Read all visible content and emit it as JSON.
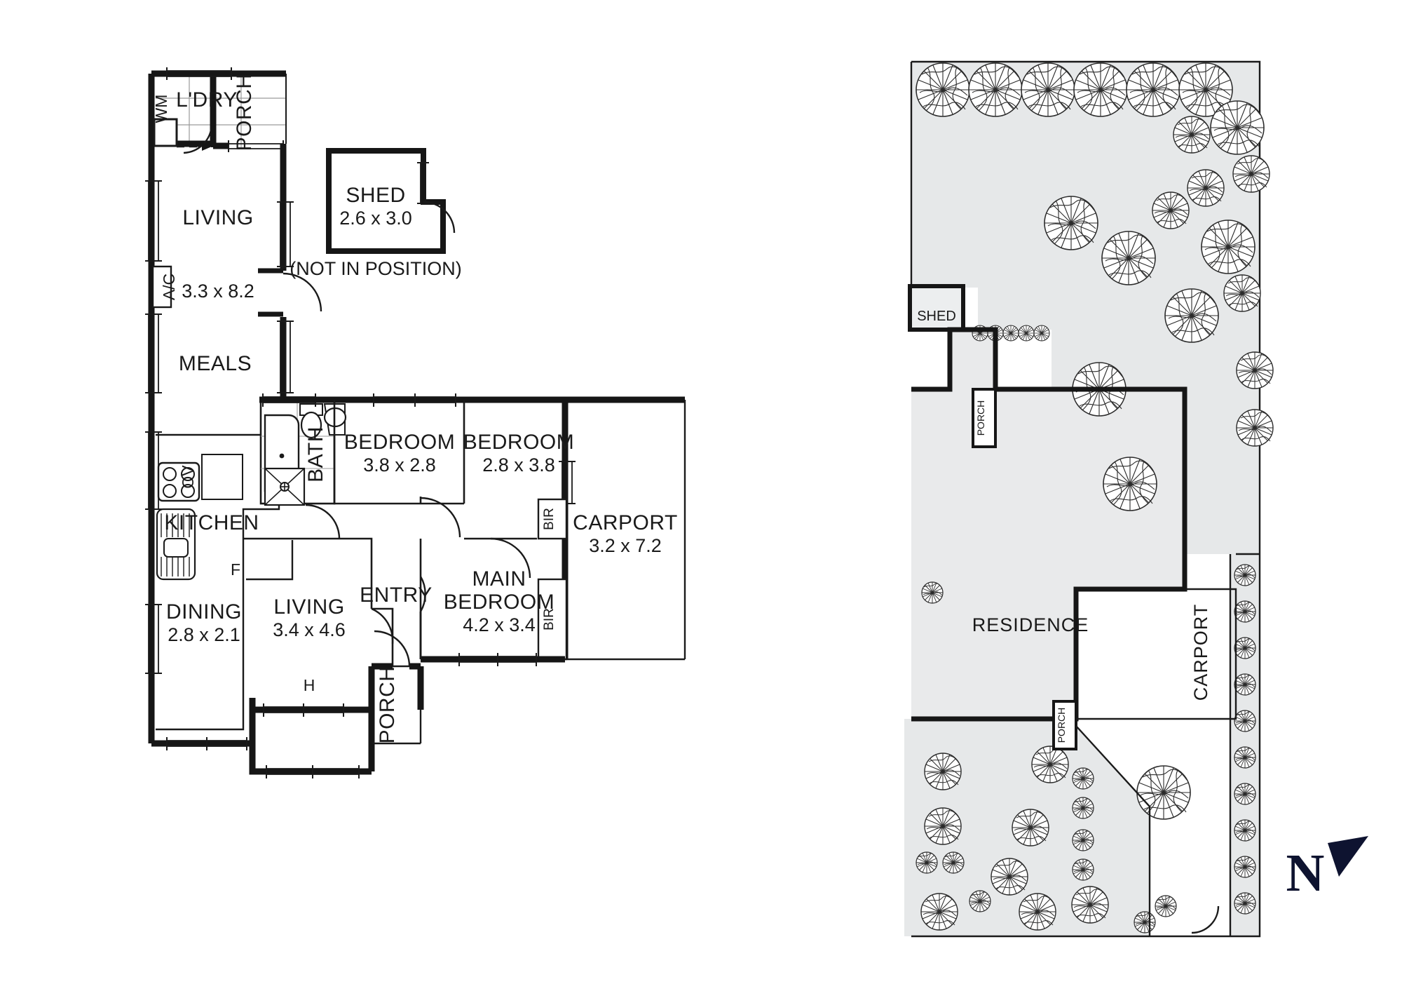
{
  "document": {
    "type": "real-estate-floor-plan",
    "panels": [
      "floor-plan",
      "site-plan"
    ]
  },
  "floor_plan": {
    "rooms": [
      {
        "key": "laundry",
        "label": "L'DRY",
        "dimension": ""
      },
      {
        "key": "porch_rear",
        "label": "PORCH",
        "dimension": ""
      },
      {
        "key": "living_rear",
        "label": "LIVING",
        "dimension": "3.3 x 8.2"
      },
      {
        "key": "meals",
        "label": "MEALS",
        "dimension": ""
      },
      {
        "key": "kitchen",
        "label": "KITCHEN",
        "dimension": ""
      },
      {
        "key": "dining",
        "label": "DINING",
        "dimension": "2.8 x 2.1"
      },
      {
        "key": "living_front",
        "label": "LIVING",
        "dimension": "3.4 x 4.6"
      },
      {
        "key": "entry",
        "label": "ENTRY",
        "dimension": ""
      },
      {
        "key": "porch_front",
        "label": "PORCH",
        "dimension": ""
      },
      {
        "key": "bath",
        "label": "BATH",
        "dimension": ""
      },
      {
        "key": "bedroom_2",
        "label": "BEDROOM",
        "dimension": "3.8 x 2.8"
      },
      {
        "key": "bedroom_3",
        "label": "BEDROOM",
        "dimension": "2.8 x 3.8"
      },
      {
        "key": "main_bedroom",
        "label": "MAIN BEDROOM",
        "dimension": "4.2 x 3.4"
      },
      {
        "key": "carport",
        "label": "CARPORT",
        "dimension": "3.2 x 7.2"
      },
      {
        "key": "shed",
        "label": "SHED",
        "dimension": "2.6 x 3.0"
      }
    ],
    "labels": {
      "laundry": "L'DRY",
      "porch_rear": "PORCH",
      "living_rear": "LIVING",
      "living_rear_dim": "3.3 x 8.2",
      "meals": "MEALS",
      "kitchen": "KITCHEN",
      "dining": "DINING",
      "dining_dim": "2.8 x 2.1",
      "living_front": "LIVING",
      "living_front_dim": "3.4 x 4.6",
      "entry": "ENTRY",
      "porch_front": "PORCH",
      "bath": "BATH",
      "bedroom_2": "BEDROOM",
      "bedroom_2_dim": "3.8 x 2.8",
      "bedroom_3": "BEDROOM",
      "bedroom_3_dim": "2.8 x 3.8",
      "main_bedroom_line1": "MAIN",
      "main_bedroom_line2": "BEDROOM",
      "main_bedroom_dim": "4.2 x 3.4",
      "carport": "CARPORT",
      "carport_dim": "3.2 x 7.2",
      "shed": "SHED",
      "shed_dim": "2.6 x 3.0",
      "shed_note": "(NOT IN POSITION)"
    },
    "fixtures": {
      "washing_machine": "WM",
      "air_conditioner": "A/C",
      "oven": "OV",
      "fridge": "F",
      "heater": "H",
      "built_in_robe_1": "BIR",
      "built_in_robe_2": "BIR"
    }
  },
  "site_plan": {
    "labels": {
      "shed": "SHED",
      "residence": "RESIDENCE",
      "carport": "CARPORT",
      "porch_north": "PORCH",
      "porch_south": "PORCH"
    }
  },
  "compass": {
    "label": "N",
    "icon": "north-arrow-icon"
  },
  "colors": {
    "wall": "#161616",
    "thin_line": "#1a1a1a",
    "text": "#1a1a1a",
    "site_fill": "#e6e8e9",
    "site_fill_light": "#eceeef",
    "compass": "#0e1330",
    "background": "#ffffff"
  }
}
